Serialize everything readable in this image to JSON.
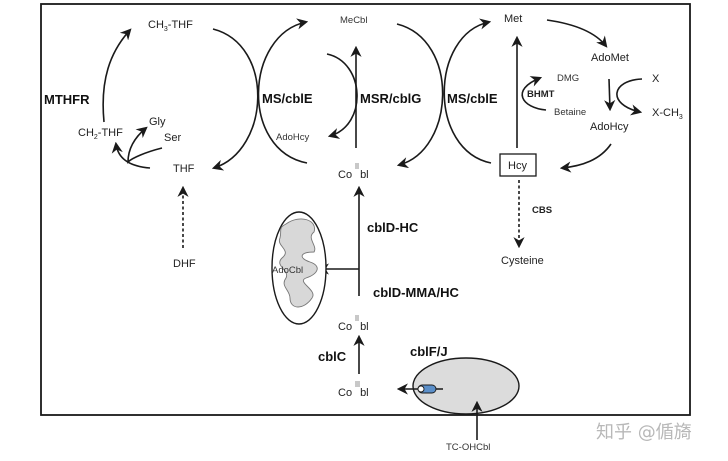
{
  "figure": {
    "title": "Cobalamin intracellular metabolism and methionine / folate cycles",
    "colors": {
      "line": "#1a1a1a",
      "mito_fill": "#d8d8d8",
      "lysosome_fill": "#dcdcdc",
      "transporter": "#5b8fc9",
      "watermark": "#b8b8b8"
    }
  },
  "folate_cycle": {
    "ch3_thf": "CH3-THF",
    "ch3_main": "CH",
    "ch3_sub": "3",
    "ch3_tail": "-THF",
    "ch2_main": "CH",
    "ch2_sub": "2",
    "ch2_tail": "-THF",
    "thf": "THF",
    "dhf": "DHF",
    "gly": "Gly",
    "ser": "Ser",
    "enzyme_mthfr": "MTHFR"
  },
  "ms_left": {
    "enzyme": "MS/cblE"
  },
  "cobalamin_center": {
    "mecbl": "MeCbl",
    "adohcy": "AdoHcy",
    "enzyme_msr": "MSR/cblG",
    "cobl_top_co": "Co",
    "cobl_top_bl": "bl",
    "enzyme_cbld_hc": "cblD-HC",
    "enzyme_cbld_mma_hc": "cblD-MMA/HC",
    "adocbl": "AdoCbl",
    "cobl_mid_co": "Co",
    "cobl_mid_bl": "bl",
    "enzyme_cblc": "cblC",
    "cobl_bot_co": "Co",
    "cobl_bot_bl": "bl",
    "enzyme_cblfj": "cblF/J",
    "tc_ohcbl": "TC-OHCbl"
  },
  "ms_right": {
    "enzyme": "MS/cblE"
  },
  "methionine_cycle": {
    "met": "Met",
    "adomet": "AdoMet",
    "adohcy": "AdoHcy",
    "hcy": "Hcy",
    "dmg": "DMG",
    "betaine": "Betaine",
    "enzyme_bhmt": "BHMT",
    "x": "X",
    "xch3_main": "X-CH",
    "xch3_sub": "3",
    "enzyme_cbs": "CBS",
    "cysteine": "Cysteine"
  },
  "watermark": {
    "text": "知乎 @偱旖"
  }
}
